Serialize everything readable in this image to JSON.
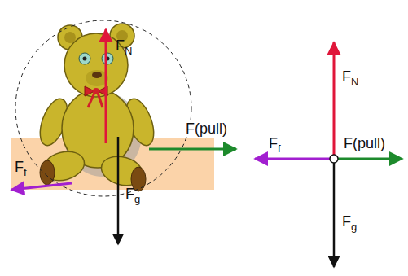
{
  "diagram": {
    "labels": [
      "FN",
      "F(pull)",
      "Ff",
      "Fg",
      "FN",
      "Ff",
      "F(pull)",
      "Fg"
    ]
  }
}
